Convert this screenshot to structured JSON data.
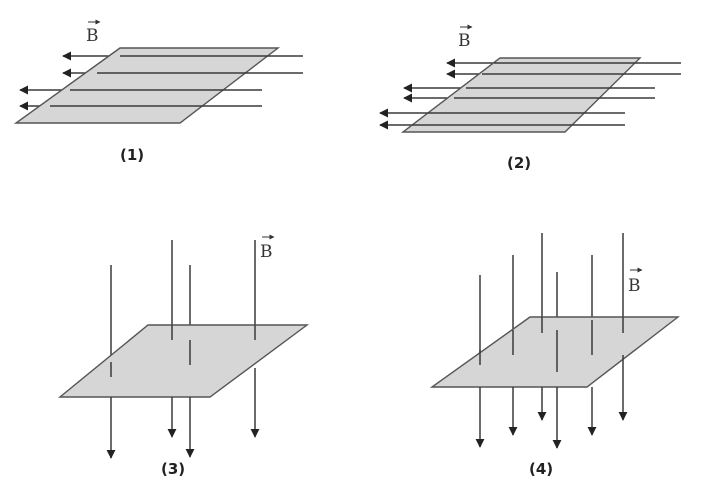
{
  "figures": [
    {
      "caption": "(1)",
      "field_label": "B"
    },
    {
      "caption": "(2)",
      "field_label": "B"
    },
    {
      "caption": "(3)",
      "field_label": "B"
    },
    {
      "caption": "(4)",
      "field_label": "B"
    }
  ],
  "colors": {
    "plane_fill": "#d6d6d6",
    "plane_edge": "#555555",
    "field_line": "#3a3a3a",
    "arrowhead": "#222222"
  }
}
